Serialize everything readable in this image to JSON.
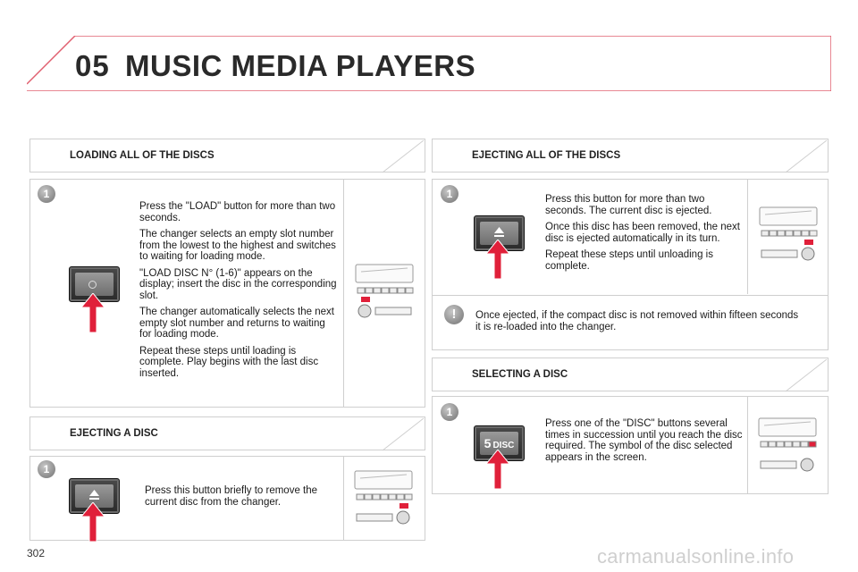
{
  "header": {
    "chapter_number": "05",
    "title": "MUSIC MEDIA PLAYERS"
  },
  "page_number": "302",
  "watermark": "carmanualsonline.info",
  "sections": {
    "loading_all": {
      "heading": "LOADING ALL OF THE DISCS",
      "step": "1",
      "button_label": "LOAD",
      "paragraphs": [
        "Press the \"LOAD\" button for more than two seconds.",
        "The changer selects an empty slot number from the lowest to the highest and switches to waiting for loading mode.",
        "\"LOAD DISC N° (1-6)\" appears on the display; insert the disc in the corresponding slot.",
        "The changer automatically selects the next empty slot number and returns to waiting for loading mode.",
        "Repeat these steps until loading is complete. Play begins with the last disc inserted."
      ]
    },
    "ejecting_one": {
      "heading": "EJECTING A DISC",
      "step": "1",
      "paragraphs": [
        "Press this button briefly to remove the current disc from the changer."
      ]
    },
    "ejecting_all": {
      "heading": "EJECTING ALL OF THE DISCS",
      "step": "1",
      "paragraphs": [
        "Press this button for more than two seconds. The current disc is ejected.",
        "Once this disc has been removed, the next disc is ejected automatically in its turn.",
        "Repeat these steps until unloading is complete."
      ],
      "warning_symbol": "!",
      "warning_text": "Once ejected, if the compact disc is not removed within fifteen seconds it is re-loaded into the changer."
    },
    "selecting": {
      "heading": "SELECTING A DISC",
      "step": "1",
      "button_label_num": "5",
      "button_label": "DISC",
      "paragraphs": [
        "Press one of the \"DISC\" buttons several times in succession until you reach the disc required. The symbol of the disc selected appears in the screen."
      ]
    }
  },
  "colors": {
    "accent_red": "#e0203a",
    "rule": "#cfcfcf",
    "header_line": "#e06070"
  }
}
